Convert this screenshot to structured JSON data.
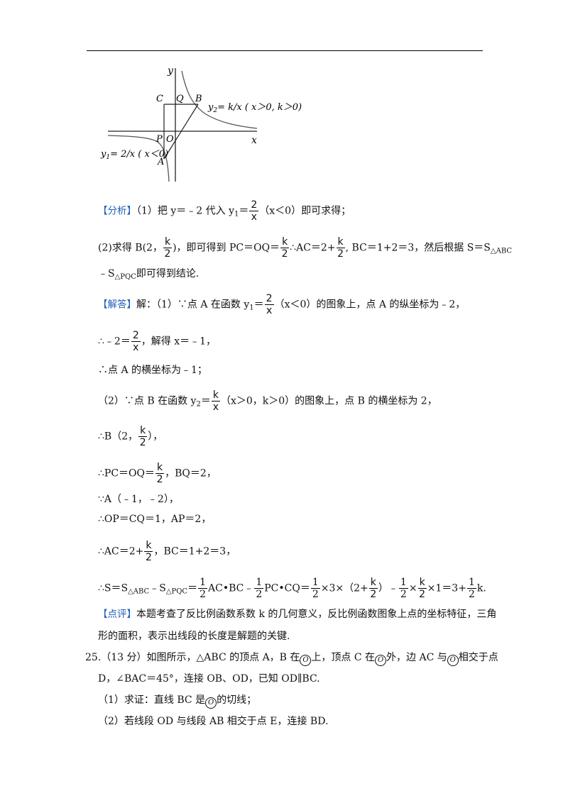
{
  "figure": {
    "y_axis": "y",
    "x_axis": "x",
    "C": "C",
    "Q": "Q",
    "B": "B",
    "P": "P",
    "O": "O",
    "A": "A",
    "y2_label": "y",
    "y2_sub": "2",
    "y2_rest": "= k/x ( x＞0, k＞0)",
    "y1_label": "y",
    "y1_sub": "1",
    "y1_rest": "= 2/x ( x＜0)"
  },
  "analysis": {
    "tag": "【分析】",
    "l1_a": "（1）把 y＝﹣2 代入 y",
    "l1_sub": "1",
    "l1_eq": "＝",
    "l1_n": "2",
    "l1_d": "x",
    "l1_b": "（x＜0）即可求得；",
    "l2_a": "(2)求得 B(2，",
    "l2_n1": "k",
    "l2_d1": "2",
    "l2_b": ")，即可得到 PC＝OQ＝",
    "l2_n2": "k",
    "l2_d2": "2",
    "l2_c": "∴AC＝2+",
    "l2_n3": "k",
    "l2_d3": "2",
    "l2_e": ", BC＝1+2＝3，然后根据 S＝S",
    "l2_sub": "△ABC",
    "l3_a": "﹣S",
    "l3_sub": "△PQC",
    "l3_b": "即可得到结论."
  },
  "solution": {
    "tag": "【解答】",
    "s1_a": "解：（1）∵点 A 在函数 y",
    "s1_sub": "1",
    "s1_eq": "＝",
    "s1_n": "2",
    "s1_d": "x",
    "s1_b": "（x＜0）的图象上，点 A 的纵坐标为﹣2，",
    "s2_a": "∴﹣2＝",
    "s2_n": "2",
    "s2_d": "x",
    "s2_b": "，解得 x＝﹣1，",
    "s3": "∴点 A 的横坐标为﹣1；",
    "s4_a": "（2）∵点 B 在函数 y",
    "s4_sub": "2",
    "s4_eq": "＝",
    "s4_n": "k",
    "s4_d": "x",
    "s4_b": "（x＞0，k＞0）的图象上，点 B 的横坐标为 2，",
    "s5_a": "∴B（2，",
    "s5_n": "k",
    "s5_d": "2",
    "s5_b": "），",
    "s6_a": "∴PC＝OQ＝",
    "s6_n": "k",
    "s6_d": "2",
    "s6_b": "，BQ＝2，",
    "s7": "∵A（﹣1，﹣2），",
    "s8": "∴OP＝CQ＝1，AP＝2，",
    "s9_a": "∴AC＝2+",
    "s9_n": "k",
    "s9_d": "2",
    "s9_b": "，BC＝1+2＝3，",
    "s10_a": "∴S＝S",
    "s10_sub1": "△ABC",
    "s10_b": "﹣S",
    "s10_sub2": "△PQC",
    "s10_c": "＝",
    "s10_f1n": "1",
    "s10_f1d": "2",
    "s10_d": "AC•BC﹣",
    "s10_f2n": "1",
    "s10_f2d": "2",
    "s10_e": "PC•CQ＝",
    "s10_f3n": "1",
    "s10_f3d": "2",
    "s10_f": "×3×（2+",
    "s10_f4n": "k",
    "s10_f4d": "2",
    "s10_g": "）﹣",
    "s10_f5n": "1",
    "s10_f5d": "2",
    "s10_h": "×",
    "s10_f6n": "k",
    "s10_f6d": "2",
    "s10_i": "×1＝3+",
    "s10_f7n": "1",
    "s10_f7d": "2",
    "s10_j": "k."
  },
  "comment": {
    "tag": "【点评】",
    "c1": "本题考查了反比例函数系数 k 的几何意义，反比例函数图象上点的坐标特征，三角",
    "c2": "形的面积，表示出线段的长度是解题的关键."
  },
  "q25": {
    "l1_a": "25.（13 分）如图所示，△ABC 的顶点 A，B 在",
    "O1": "O",
    "l1_b": "上，顶点 C 在",
    "O2": "O",
    "l1_c": "外，边 AC 与",
    "O3": "O",
    "l1_d": "相交于点",
    "l2": "D，∠BAC＝45°，连接 OB、OD，已知 OD∥BC.",
    "l3_a": "（1）求证：直线 BC 是",
    "O4": "O",
    "l3_b": "的切线；",
    "l4": "（2）若线段 OD 与线段 AB 相交于点 E，连接 BD."
  }
}
